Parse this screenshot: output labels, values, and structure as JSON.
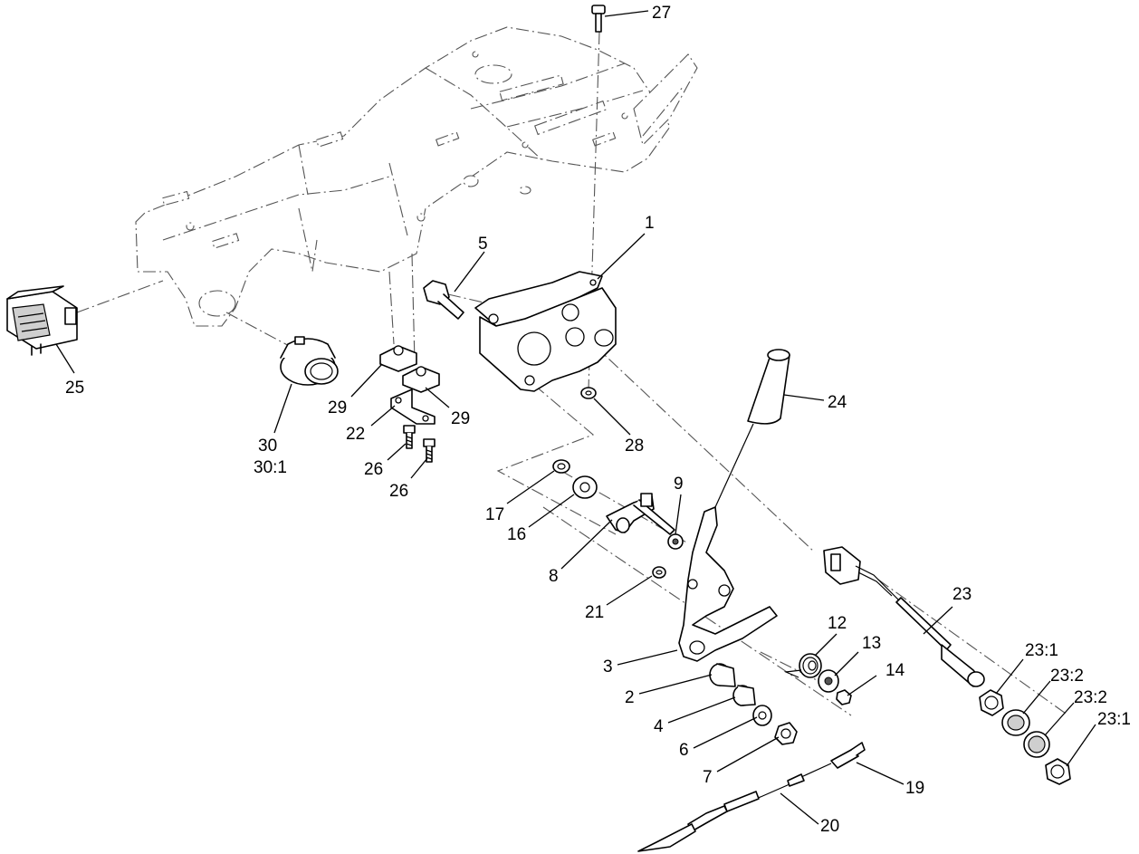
{
  "callouts": {
    "c1": "1",
    "c2": "2",
    "c3": "3",
    "c4": "4",
    "c5": "5",
    "c6": "6",
    "c7": "7",
    "c8": "8",
    "c9": "9",
    "c12": "12",
    "c13": "13",
    "c14": "14",
    "c16": "16",
    "c17": "17",
    "c19": "19",
    "c20": "20",
    "c21": "21",
    "c22": "22",
    "c23": "23",
    "c23_1a": "23:1",
    "c23_2a": "23:2",
    "c23_2b": "23:2",
    "c23_1b": "23:1",
    "c24": "24",
    "c25": "25",
    "c26a": "26",
    "c26b": "26",
    "c27": "27",
    "c28": "28",
    "c29a": "29",
    "c29b": "29",
    "c30": "30",
    "c30_1": "30:1"
  },
  "colors": {
    "line": "#000000",
    "phantom": "#555555",
    "background": "#ffffff"
  }
}
